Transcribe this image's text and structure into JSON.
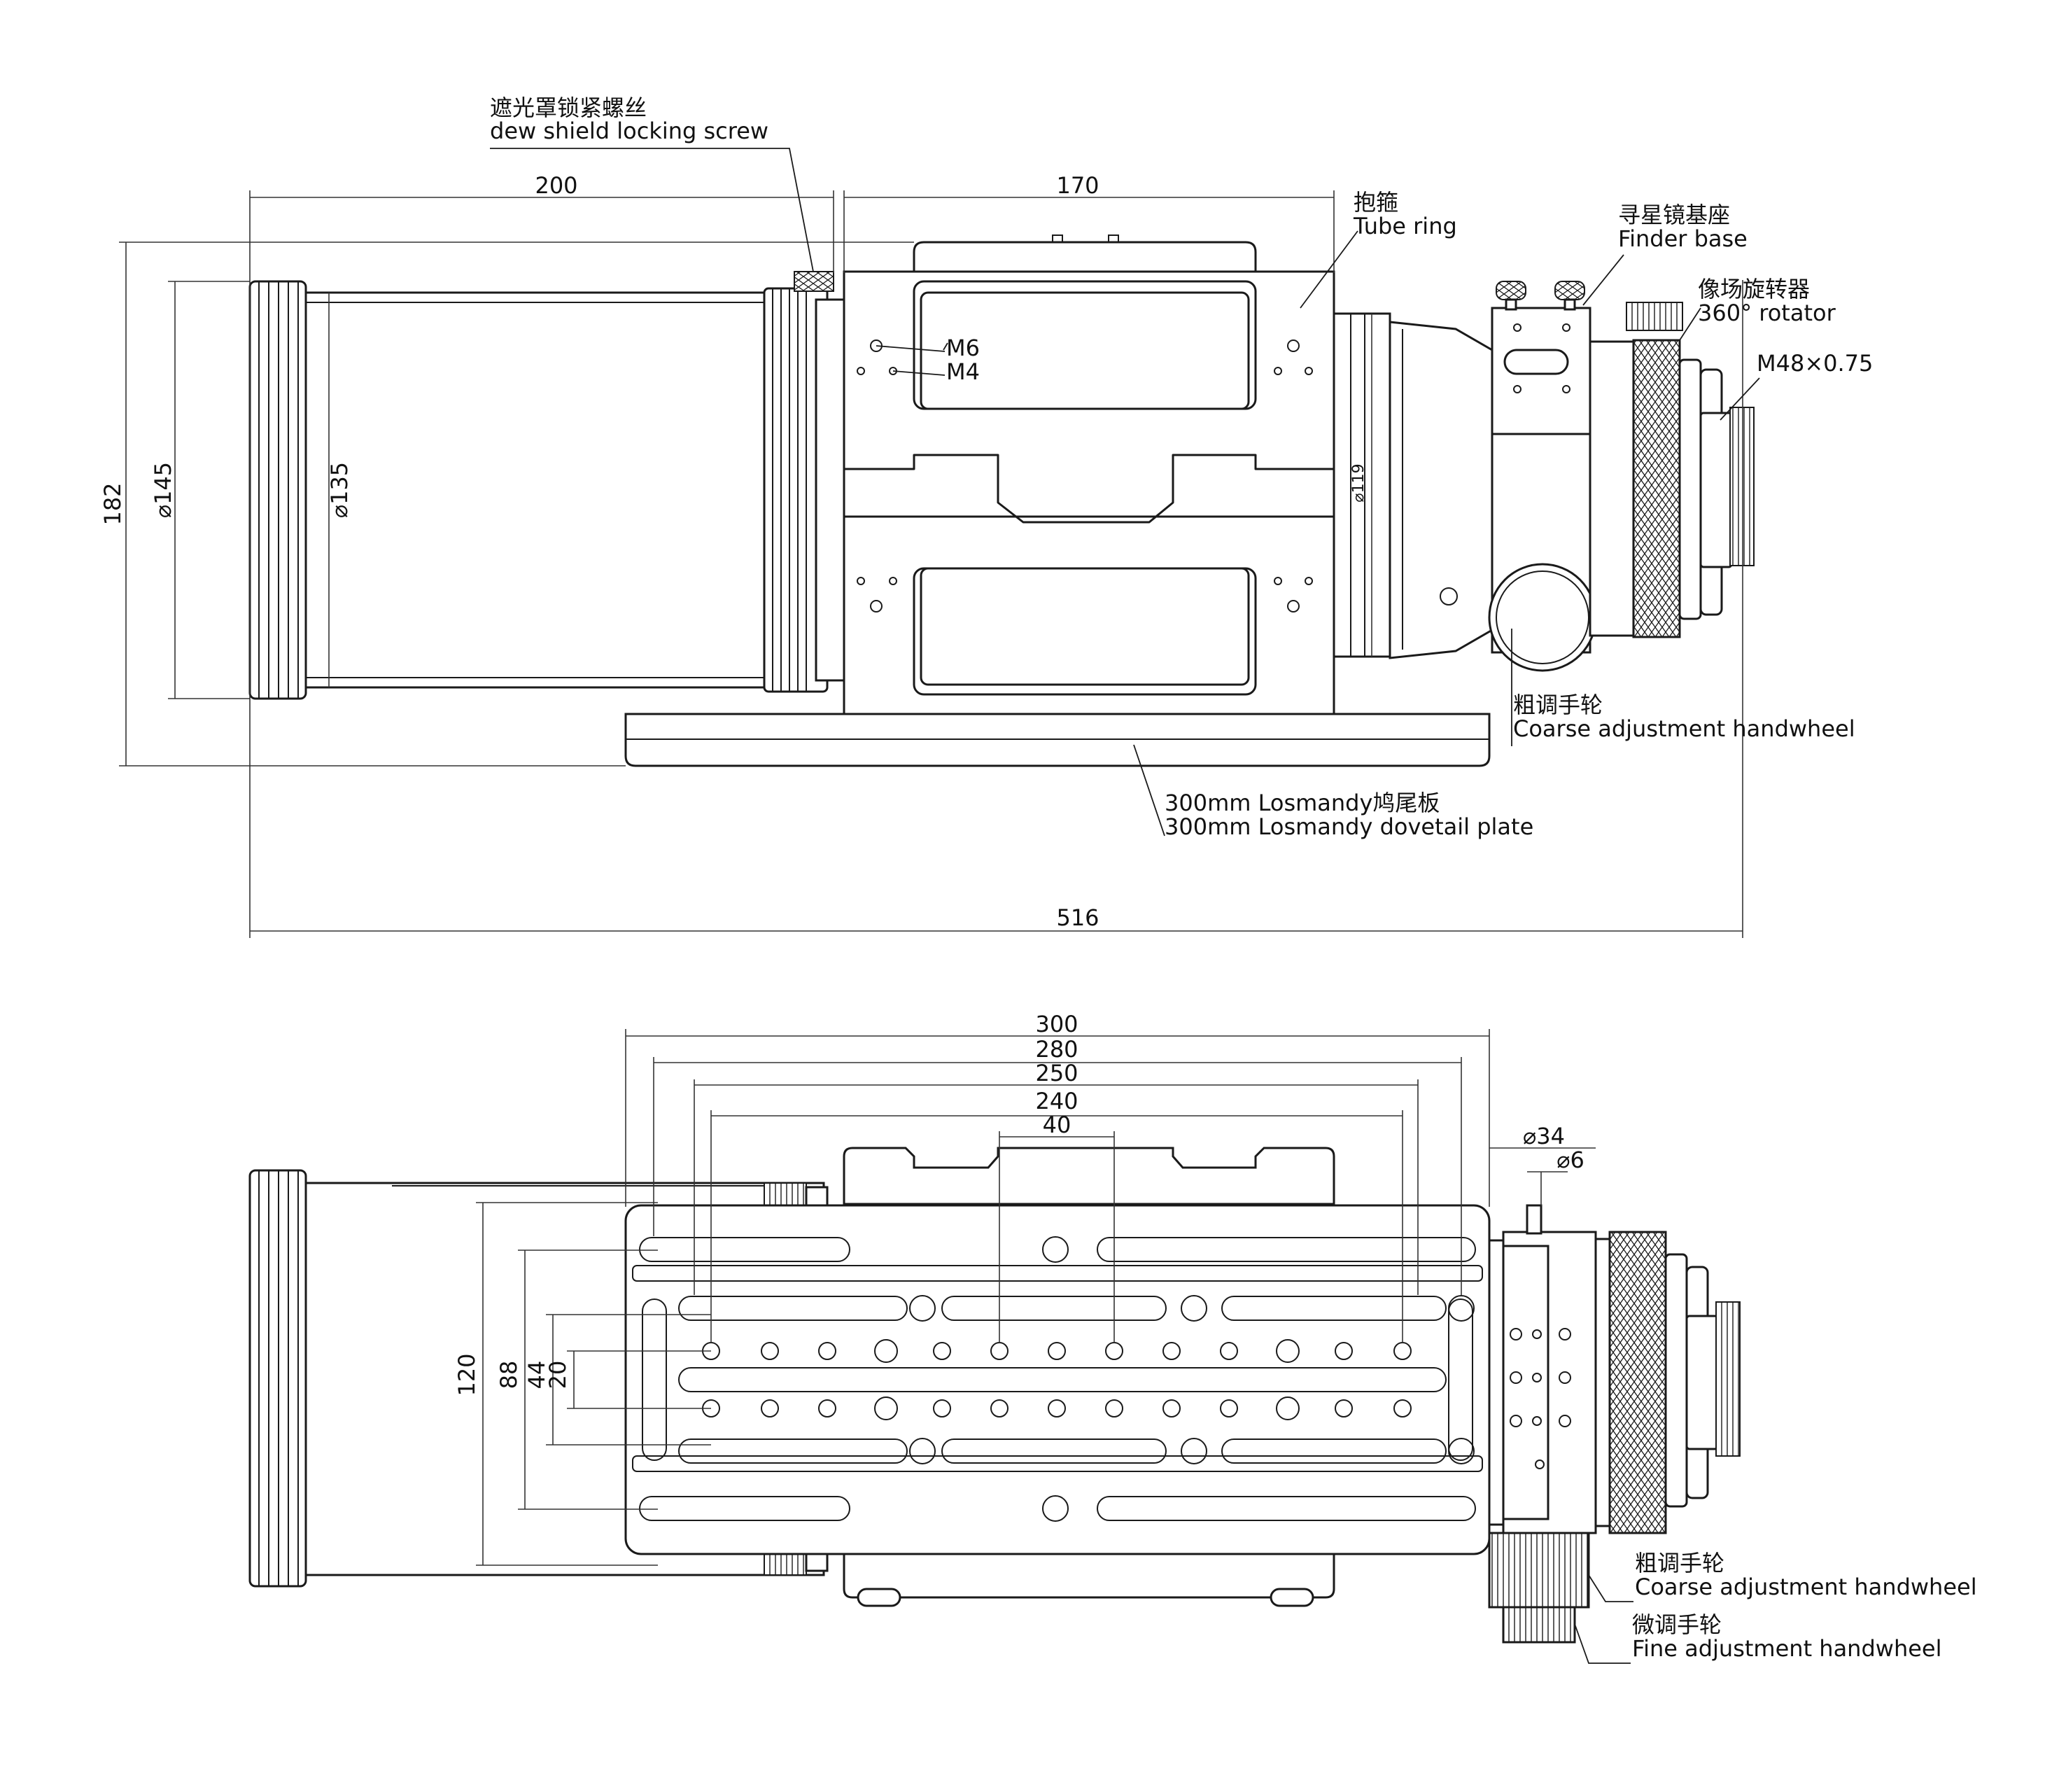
{
  "side_view": {
    "callouts": {
      "dew_screw_cn": "遮光罩锁紧螺丝",
      "dew_screw_en": "dew shield locking screw",
      "tube_ring_cn": "抱箍",
      "tube_ring_en": "Tube ring",
      "finder_base_cn": "寻星镜基座",
      "finder_base_en": "Finder base",
      "rotator_cn": "像场旋转器",
      "rotator_en": "360° rotator",
      "thread": "M48×0.75",
      "m6": "M6",
      "m4": "M4",
      "coarse_cn": "粗调手轮",
      "coarse_en": "Coarse adjustment handwheel",
      "dovetail_cn": "300mm Losmandy鸠尾板",
      "dovetail_en": "300mm Losmandy dovetail plate"
    },
    "dimensions": {
      "dew_length": "200",
      "ring_length": "170",
      "height": "182",
      "dia_outer": "⌀145",
      "dia_inner": "⌀135",
      "dia_focuser": "⌀119",
      "overall": "516"
    }
  },
  "bottom_view": {
    "callouts": {
      "coarse_cn": "粗调手轮",
      "coarse_en": "Coarse adjustment handwheel",
      "fine_cn": "微调手轮",
      "fine_en": "Fine adjustment handwheel"
    },
    "dimensions": {
      "plate_300": "300",
      "plate_280": "280",
      "plate_250": "250",
      "plate_240": "240",
      "plate_40": "40",
      "knob_34": "⌀34",
      "shaft_6": "⌀6",
      "w_120": "120",
      "w_88": "88",
      "w_44": "44",
      "w_20": "20"
    }
  }
}
